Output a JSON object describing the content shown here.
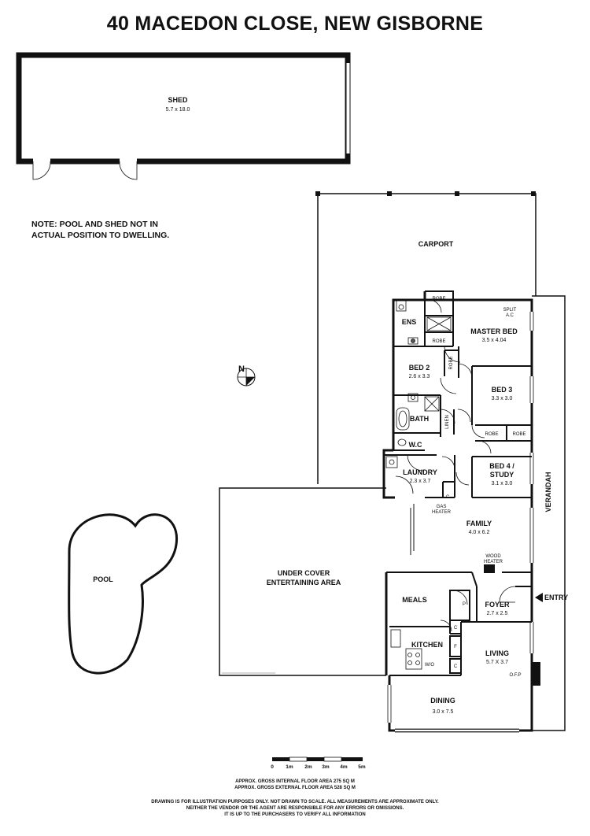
{
  "title": "40 MACEDON CLOSE, NEW GISBORNE",
  "note": {
    "line1": "NOTE: POOL AND SHED NOT IN",
    "line2": "ACTUAL POSITION TO DWELLING."
  },
  "rooms": {
    "shed": {
      "label": "SHED",
      "dims": "5.7 x 18.0"
    },
    "carport": {
      "label": "CARPORT"
    },
    "robe_top": {
      "label": "ROBE"
    },
    "robe_mid": {
      "label": "ROBE"
    },
    "split_ac": {
      "line1": "SPLIT",
      "line2": "A.C"
    },
    "ens": {
      "label": "ENS"
    },
    "master_bed": {
      "label": "MASTER BED",
      "dims": "3.5 x 4.04"
    },
    "bed2": {
      "label": "BED 2",
      "dims": "2.6 x 3.3"
    },
    "robe_bed2": {
      "label": "ROBE"
    },
    "bed3": {
      "label": "BED 3",
      "dims": "3.3 x 3.0"
    },
    "bath": {
      "label": "BATH"
    },
    "linen": {
      "label": "LINEN"
    },
    "robe_bed3a": {
      "label": "ROBE"
    },
    "robe_bed3b": {
      "label": "ROBE"
    },
    "wc": {
      "label": "W.C"
    },
    "laundry": {
      "label": "LAUNDRY",
      "dims": "2.3 x 3.7"
    },
    "bed4": {
      "line1": "BED 4 /",
      "line2": "STUDY",
      "dims": "3.1 x 3.0"
    },
    "gas_heater": {
      "line1": "GAS",
      "line2": "HEATER"
    },
    "family": {
      "label": "FAMILY",
      "dims": "4.0 x 6.2"
    },
    "wood_heater": {
      "line1": "WOOD",
      "line2": "HEATER"
    },
    "verandah": {
      "label": "VERANDAH"
    },
    "entertaining": {
      "line1": "UNDER COVER",
      "line2": "ENTERTAINING AREA"
    },
    "meals": {
      "label": "MEALS"
    },
    "foyer": {
      "label": "FOYER",
      "dims": "2.7 x 2.5"
    },
    "entry": {
      "label": "ENTRY"
    },
    "kitchen": {
      "label": "KITCHEN"
    },
    "living": {
      "label": "LIVING",
      "dims": "5.7 X 3.7"
    },
    "ofp": {
      "label": "O.F.P"
    },
    "wo": {
      "label": "W/O"
    },
    "dining": {
      "label": "DINING",
      "dims": "3.0 x 7.5"
    },
    "pool": {
      "label": "POOL"
    }
  },
  "small_labels": {
    "pantry": "P",
    "cupboard": "C",
    "fridge": "F"
  },
  "compass": {
    "letter": "N"
  },
  "scale": {
    "ticks": [
      "0",
      "1m",
      "2m",
      "3m",
      "4m",
      "5m"
    ]
  },
  "areas": {
    "internal": "APPROX. GROSS INTERNAL FLOOR AREA 275 SQ M",
    "external": "APPROX. GROSS EXTERNAL FLOOR AREA 528 SQ M"
  },
  "disclaimer": {
    "line1": "DRAWING IS FOR ILLUSTRATION PURPOSES ONLY. NOT DRAWN TO SCALE. ALL MEASUREMENTS ARE APPROXIMATE ONLY.",
    "line2": "NEITHER THE VENDOR OR THE AGENT ARE RESPONSIBLE FOR ANY ERRORS OR OMISSIONS.",
    "line3": "IT IS UP TO THE PURCHASERS TO VERIFY ALL INFORMATION"
  }
}
